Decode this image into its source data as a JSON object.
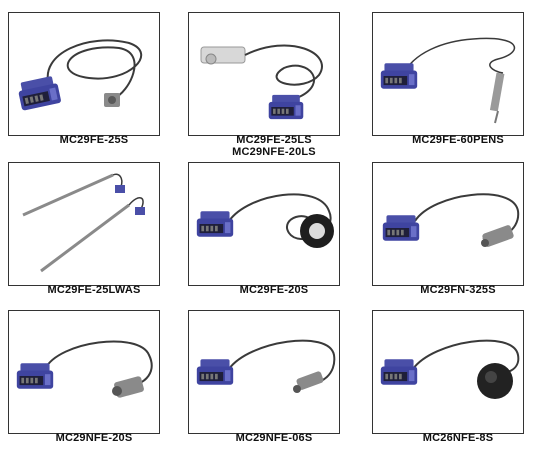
{
  "products": [
    {
      "id": "p1",
      "lines": [
        "MC29FE-25S"
      ]
    },
    {
      "id": "p2",
      "lines": [
        "MC29FE-25LS",
        "MC29NFE-20LS"
      ]
    },
    {
      "id": "p3",
      "lines": [
        "MC29FE-60PENS"
      ]
    },
    {
      "id": "p4",
      "lines": [
        "MC29FE-25LWAS"
      ]
    },
    {
      "id": "p5",
      "lines": [
        "MC29FE-20S"
      ]
    },
    {
      "id": "p6",
      "lines": [
        "MC29FN-325S"
      ]
    },
    {
      "id": "p7",
      "lines": [
        "MC29NFE-20S"
      ]
    },
    {
      "id": "p8",
      "lines": [
        "MC29NFE-06S"
      ]
    },
    {
      "id": "p9",
      "lines": [
        "MC26NFE-8S"
      ]
    }
  ],
  "colors": {
    "connector": "#4a4fa8",
    "connector_dark": "#2c2f78",
    "cable": "#3a3a3a",
    "metal": "#9a9a9a",
    "frame_border": "#333333"
  }
}
